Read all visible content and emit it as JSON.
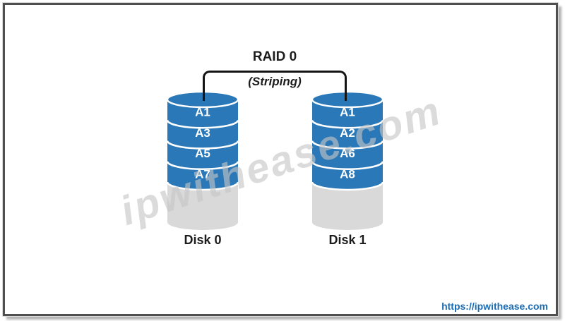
{
  "diagram": {
    "title": "RAID 0",
    "subtitle": "(Striping)",
    "watermark": "ipwithease.com",
    "disks": [
      {
        "label": "Disk 0",
        "blocks": [
          "A1",
          "A3",
          "A5",
          "A7"
        ]
      },
      {
        "label": "Disk 1",
        "blocks": [
          "A1",
          "A2",
          "A6",
          "A8"
        ]
      }
    ],
    "footer": {
      "link": "https://ipwithease.com"
    },
    "colors": {
      "disk_blue": "#2A78B8",
      "disk_gray": "#D9D9D9",
      "separator_white": "#FFFFFF",
      "bracket_black": "#141414",
      "watermark_gray": "#C6C6C6",
      "link_blue": "#1A6CB5",
      "frame_border_gray": "#4F4F4F"
    }
  }
}
